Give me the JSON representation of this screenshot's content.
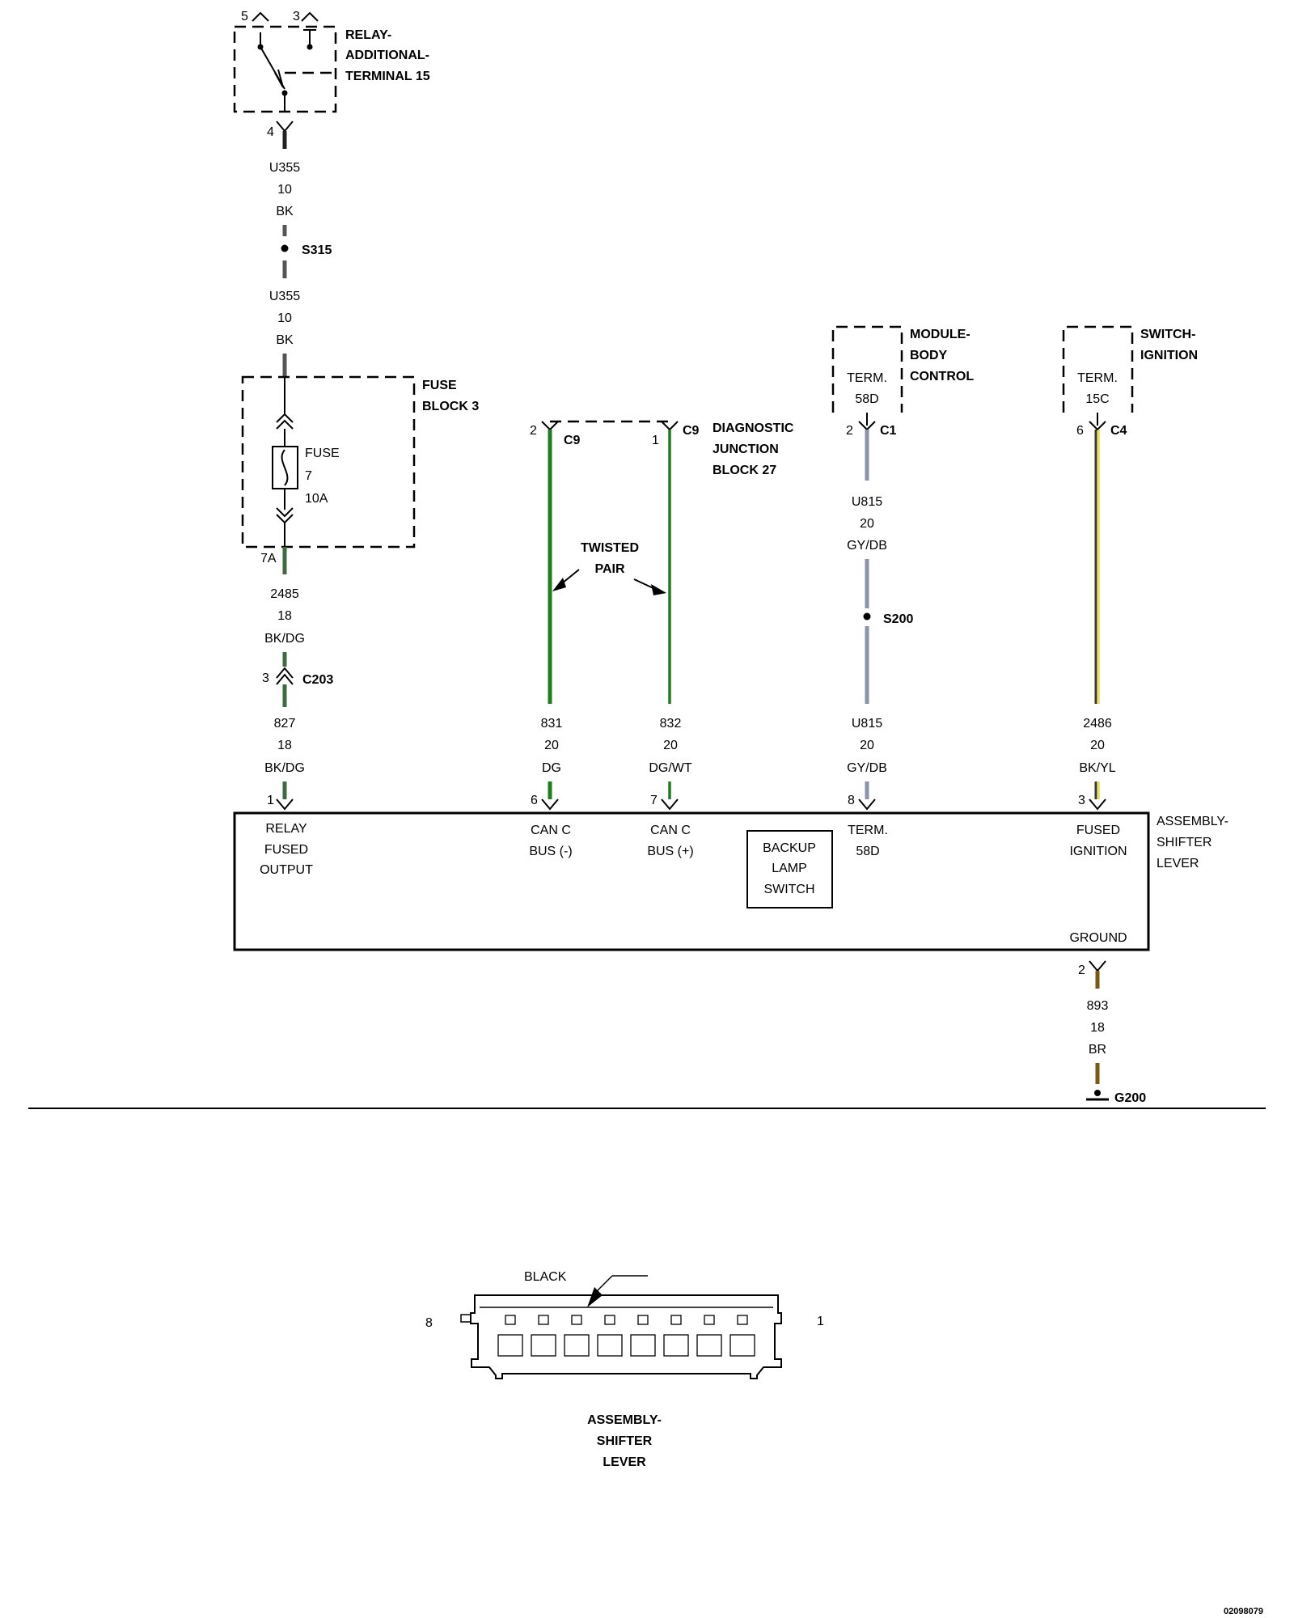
{
  "relay": {
    "title": [
      "RELAY-",
      "ADDITIONAL-",
      "TERMINAL 15"
    ],
    "pin5": "5",
    "pin3": "3",
    "pin4": "4"
  },
  "wire_u355_top": {
    "circuit": "U355",
    "gauge": "10",
    "color": "BK"
  },
  "splice_s315": "S315",
  "wire_u355_bottom": {
    "circuit": "U355",
    "gauge": "10",
    "color": "BK"
  },
  "fuse_block": {
    "title": [
      "FUSE",
      "BLOCK 3"
    ],
    "fuse_label": [
      "FUSE",
      "7",
      "10A"
    ],
    "pin": "7A"
  },
  "wire_2485": {
    "circuit": "2485",
    "gauge": "18",
    "color": "BK/DG"
  },
  "connector_c203": {
    "pin": "3",
    "name": "C203"
  },
  "wire_827": {
    "circuit": "827",
    "gauge": "18",
    "color": "BK/DG"
  },
  "diag_junction": {
    "title": [
      "DIAGNOSTIC",
      "JUNCTION",
      "BLOCK 27"
    ],
    "pin_left": "2",
    "conn_left": "C9",
    "pin_right": "1",
    "conn_right": "C9"
  },
  "twisted_pair": [
    "TWISTED",
    "PAIR"
  ],
  "wire_831": {
    "circuit": "831",
    "gauge": "20",
    "color": "DG"
  },
  "wire_832": {
    "circuit": "832",
    "gauge": "20",
    "color": "DG/WT"
  },
  "bcm": {
    "title": [
      "MODULE-",
      "BODY",
      "CONTROL"
    ],
    "term": [
      "TERM.",
      "58D"
    ],
    "pin": "2",
    "conn": "C1"
  },
  "wire_u815_top": {
    "circuit": "U815",
    "gauge": "20",
    "color": "GY/DB"
  },
  "splice_s200": "S200",
  "wire_u815_bottom": {
    "circuit": "U815",
    "gauge": "20",
    "color": "GY/DB"
  },
  "ignition": {
    "title": [
      "SWITCH-",
      "IGNITION"
    ],
    "term": [
      "TERM.",
      "15C"
    ],
    "pin": "6",
    "conn": "C4"
  },
  "wire_2486": {
    "circuit": "2486",
    "gauge": "20",
    "color": "BK/YL"
  },
  "shifter": {
    "title": [
      "ASSEMBLY-",
      "SHIFTER",
      "LEVER"
    ],
    "pins": [
      "1",
      "6",
      "7",
      "8",
      "3",
      "2"
    ],
    "relay_fused_output": [
      "RELAY",
      "FUSED",
      "OUTPUT"
    ],
    "can_minus": [
      "CAN C",
      "BUS (-)"
    ],
    "can_plus": [
      "CAN C",
      "BUS (+)"
    ],
    "backup_switch": [
      "BACKUP",
      "LAMP",
      "SWITCH"
    ],
    "term": [
      "TERM.",
      "58D"
    ],
    "fused_ignition": [
      "FUSED",
      "IGNITION"
    ],
    "ground": "GROUND"
  },
  "wire_893": {
    "circuit": "893",
    "gauge": "18",
    "color": "BR"
  },
  "ground_g200": "G200",
  "connector_view": {
    "color_callout": "BLACK",
    "pin_left": "8",
    "pin_right": "1",
    "title": [
      "ASSEMBLY-",
      "SHIFTER",
      "LEVER"
    ]
  },
  "figure_id": "02098079",
  "colors": {
    "black": "#222222",
    "dark_green": "#1e7d1e",
    "bk_dg": "#3d6b3d",
    "gy_db": "#8a94a8",
    "bk_yl": "#5a5a38",
    "brown": "#7a5a10"
  }
}
